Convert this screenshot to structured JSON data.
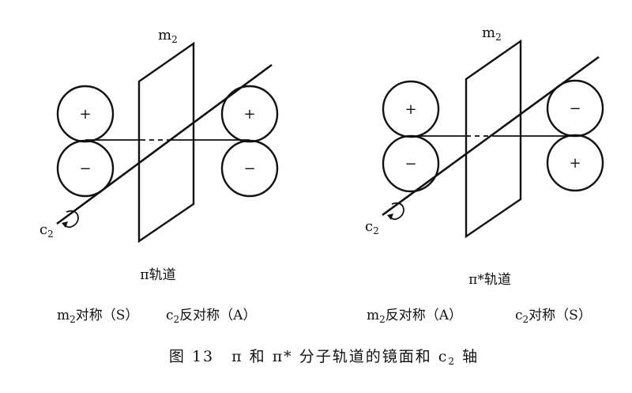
{
  "left_panel": {
    "mirror_label": "m",
    "mirror_label_sub": "2",
    "axis_label": "c",
    "axis_label_sub": "2",
    "lobe_signs": {
      "upper_left": "+",
      "lower_left": "−",
      "upper_right": "+",
      "lower_right": "−"
    },
    "orbital_title": "π轨道",
    "sym_mirror": {
      "prefix": "m",
      "sub": "2",
      "text": "对称（S）"
    },
    "sym_axis": {
      "prefix": "c",
      "sub": "2",
      "text": "反对称（A）"
    }
  },
  "right_panel": {
    "mirror_label": "m",
    "mirror_label_sub": "2",
    "axis_label": "c",
    "axis_label_sub": "2",
    "lobe_signs": {
      "upper_left": "+",
      "lower_left": "−",
      "upper_right": "−",
      "lower_right": "+"
    },
    "orbital_title": "π*轨道",
    "sym_mirror": {
      "prefix": "m",
      "sub": "2",
      "text": "反对称（A）"
    },
    "sym_axis": {
      "prefix": "c",
      "sub": "2",
      "text": "对称（S）"
    }
  },
  "caption": {
    "number": "图 13",
    "text_before_sub": "π 和 π* 分子轨道的镜面和 c",
    "sub": "2",
    "text_after_sub": " 轴"
  }
}
